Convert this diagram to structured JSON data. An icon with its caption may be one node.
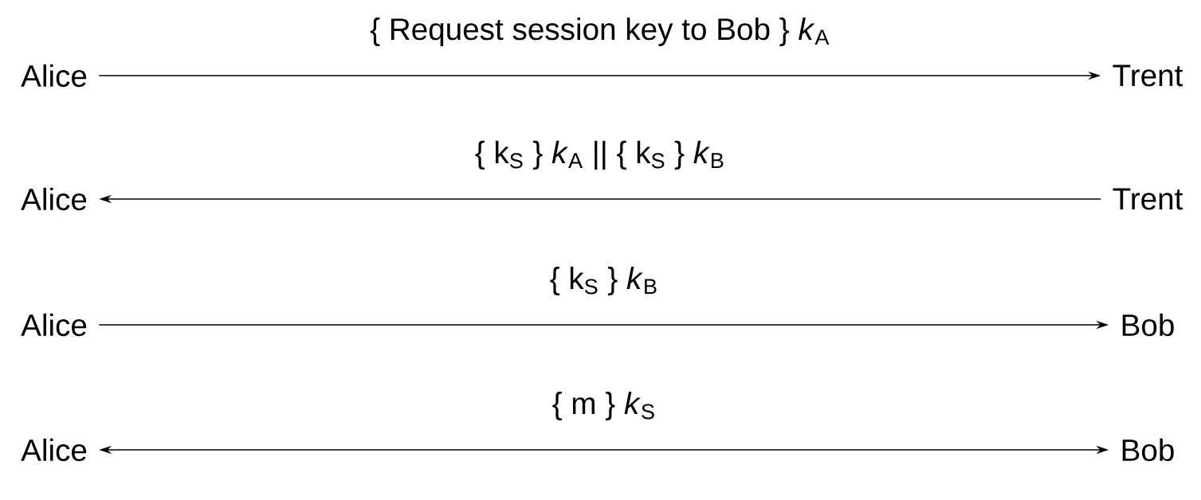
{
  "diagram": {
    "nodes": [
      {
        "text": [
          "Alice"
        ]
      },
      {
        "text": [
          "Trent"
        ]
      },
      {
        "text": [
          "Alice"
        ]
      },
      {
        "text": [
          "Trent"
        ]
      },
      {
        "text": [
          "Alice"
        ]
      },
      {
        "text": [
          "Bob"
        ]
      },
      {
        "text": [
          "Alice"
        ]
      },
      {
        "text": [
          "Bob"
        ]
      }
    ],
    "edges": [
      {
        "from": 0,
        "to": 1,
        "arrow": "to",
        "label": "{ Request session key to Bob } *k*$_{A}$"
      },
      {
        "from": 3,
        "to": 2,
        "arrow": "to",
        "label": "{ k$_{S}$ } *k*$_{A}$ || { k$_{S}$ } *k*$_{B}$"
      },
      {
        "from": 4,
        "to": 5,
        "arrow": "to",
        "label": "{ k$_{S}$ } *k*$_{B}$"
      },
      {
        "from": 6,
        "to": 7,
        "arrow": "both",
        "label": "{ m } *k*$_{S}$"
      }
    ]
  }
}
